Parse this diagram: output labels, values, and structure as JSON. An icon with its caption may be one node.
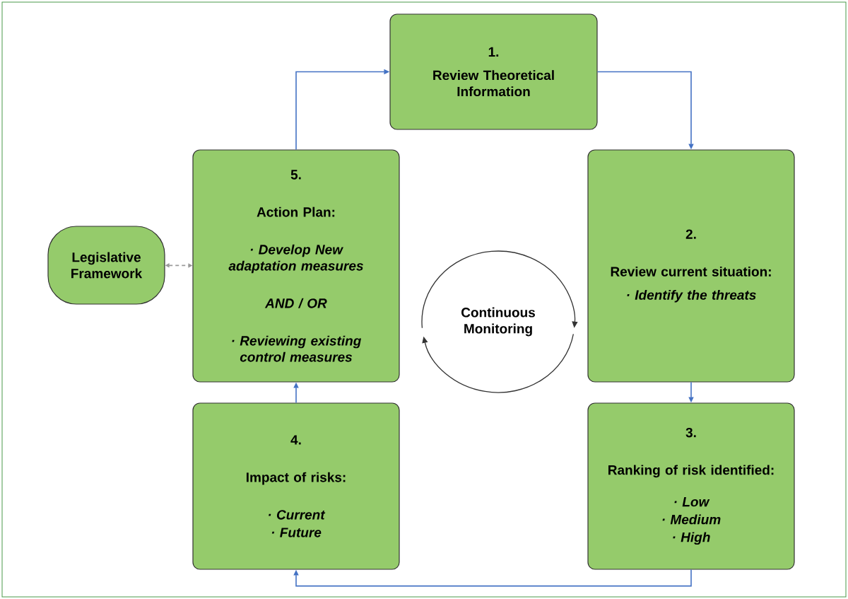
{
  "diagram": {
    "nodes": [
      {
        "text": [
          "1.",
          "Review Theoretical Information"
        ]
      },
      {
        "text": [
          "2.",
          "Review current situation:",
          "· Identify the threats"
        ]
      },
      {
        "text": [
          "3.",
          "Ranking of risk identified:",
          "· Low",
          "· Medium",
          "· High"
        ]
      },
      {
        "text": [
          "4.",
          "Impact of risks:",
          "· Current",
          "· Future"
        ]
      },
      {
        "text": [
          "5.",
          "Action Plan:",
          "· Develop New adaptation measures",
          "AND / OR",
          "· Reviewing existing control measures"
        ]
      },
      {
        "text": [
          "Legislative Framework"
        ]
      }
    ],
    "edges": [
      {
        "from": 4,
        "to": 0,
        "arrow": "to"
      },
      {
        "from": 0,
        "to": 1,
        "arrow": "to"
      },
      {
        "from": 1,
        "to": 2,
        "arrow": "to"
      },
      {
        "from": 2,
        "to": 3,
        "arrow": "to"
      },
      {
        "from": 3,
        "to": 4,
        "arrow": "to"
      },
      {
        "from": 5,
        "to": 4,
        "arrow": "both",
        "style": "dashed",
        "color": "#9a9a9a"
      }
    ],
    "labels": [
      "Continuous Monitoring"
    ]
  }
}
